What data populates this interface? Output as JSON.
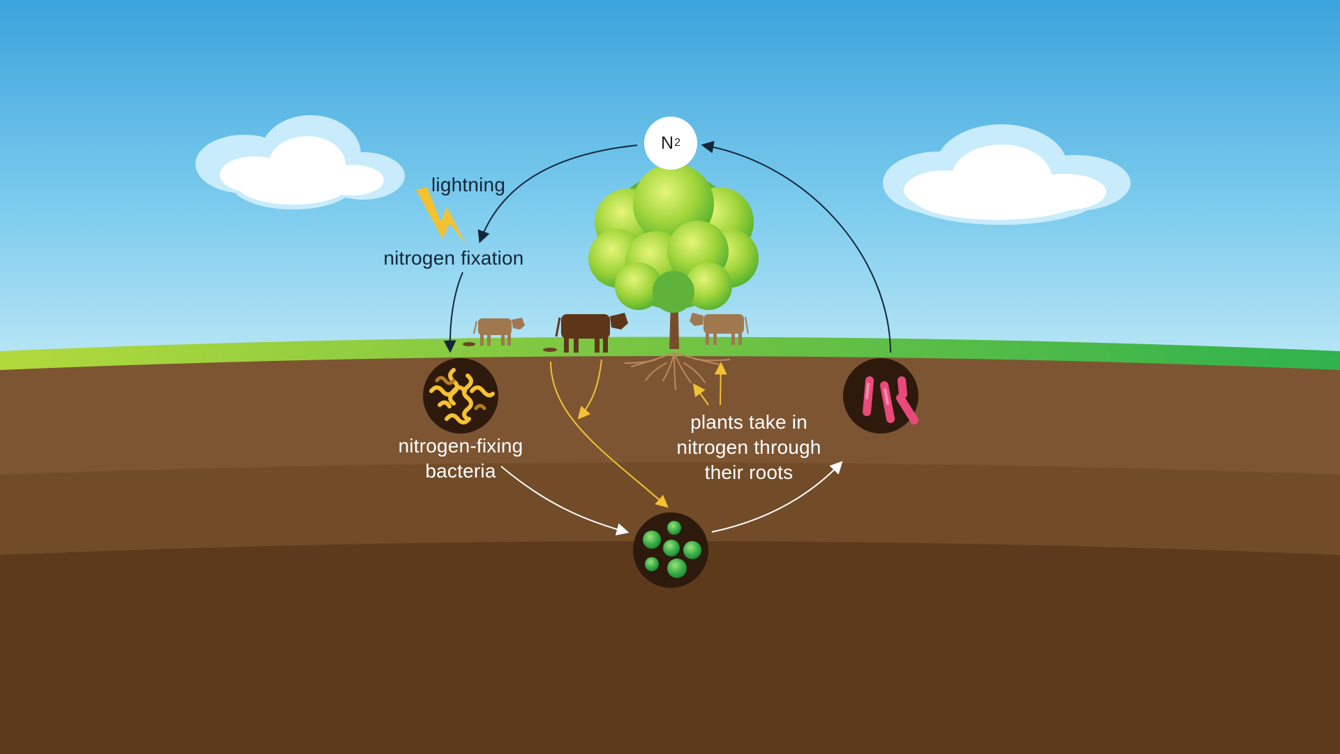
{
  "diagram": {
    "atmosphere_node": {
      "symbol": "N",
      "subscript": "2"
    },
    "labels": {
      "lightning": "lightning",
      "nitrogen_fixation": "nitrogen fixation",
      "fixing_bacteria_line1": "nitrogen-fixing",
      "fixing_bacteria_line2": "bacteria",
      "plants_line1": "plants take in",
      "plants_line2": "nitrogen through",
      "plants_line3": "their roots"
    }
  },
  "colors": {
    "sky_top": "#3ba3dc",
    "sky_bottom": "#bfe8f6",
    "grass": "#7cc63e",
    "soil_top": "#7d5533",
    "soil_mid": "#724b29",
    "soil_deep": "#5d3a1c",
    "arrow_dark": "#14263a",
    "arrow_white": "#ffffff",
    "arrow_yellow": "#f3c232",
    "bacteria_yellow": "#f6c233",
    "bacteria_green": "#3db24a",
    "bacteria_pink": "#e94a7a"
  }
}
